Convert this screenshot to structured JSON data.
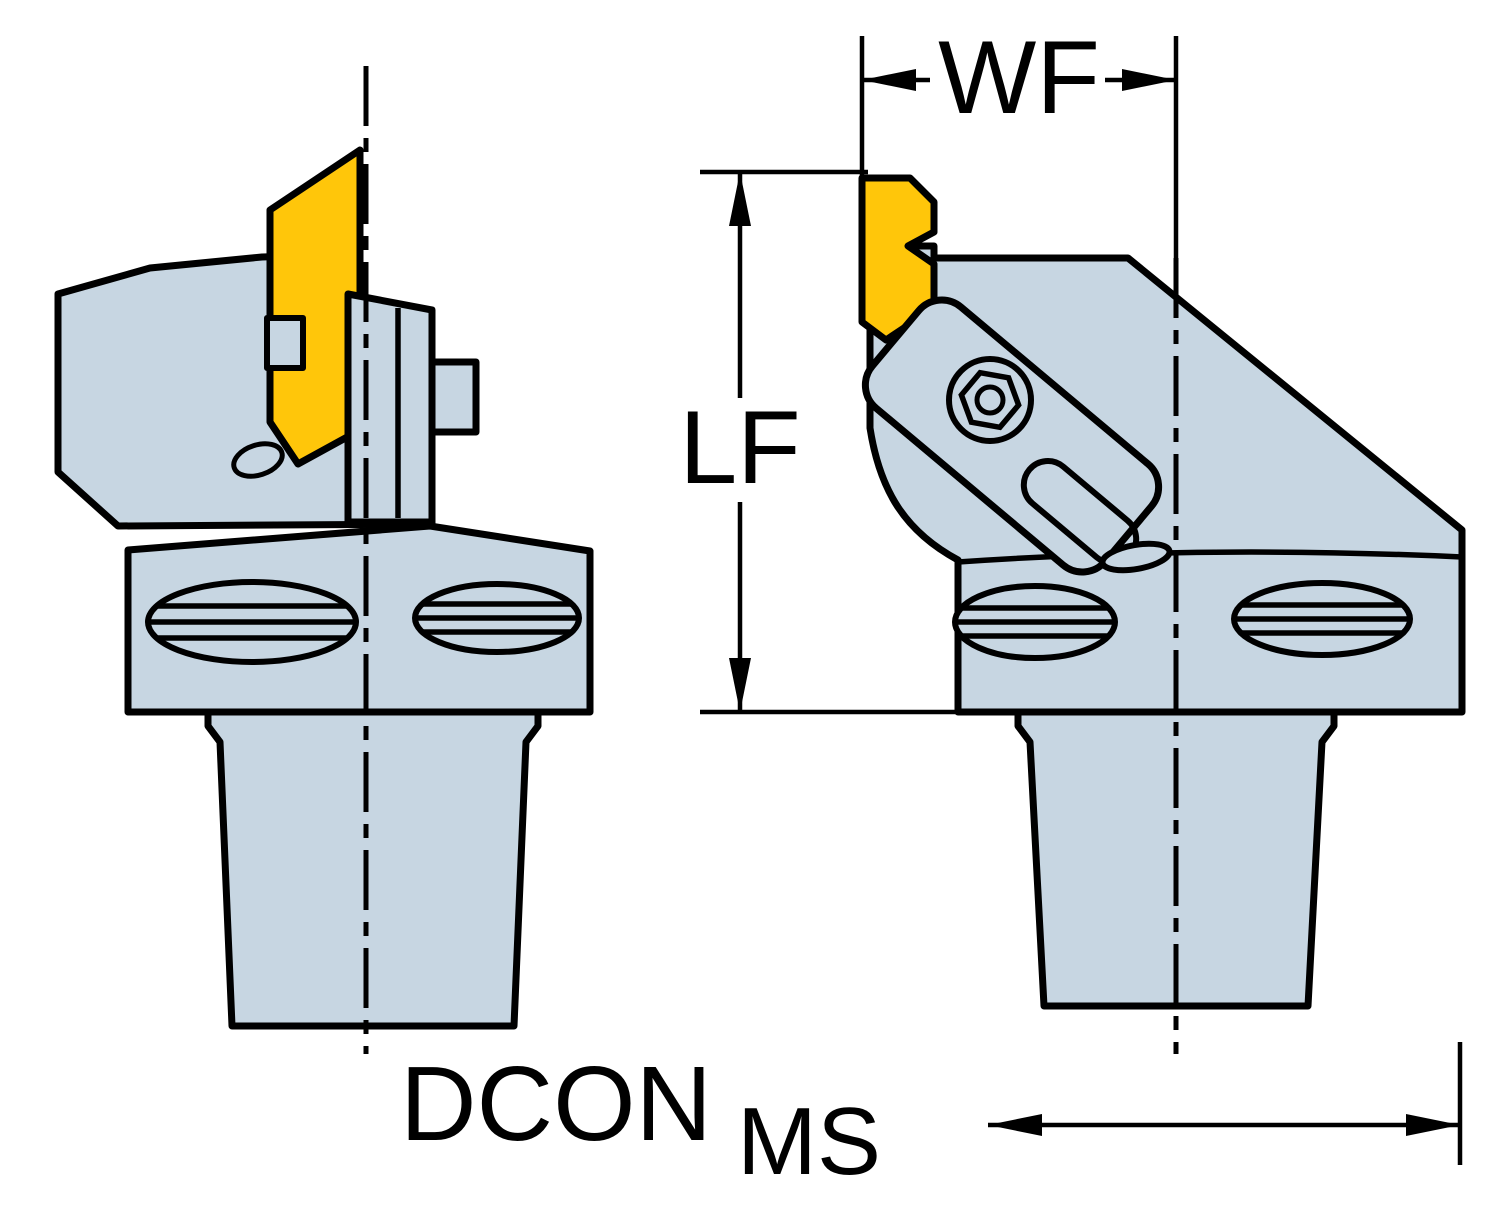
{
  "labels": {
    "wf": "WF",
    "lf": "LF",
    "dcon": "DCON",
    "dcon_sub": "MS"
  },
  "colors": {
    "insert": "#FFC60A",
    "body": "#C7D6E2",
    "line": "#000000",
    "background": "#FFFFFF"
  }
}
